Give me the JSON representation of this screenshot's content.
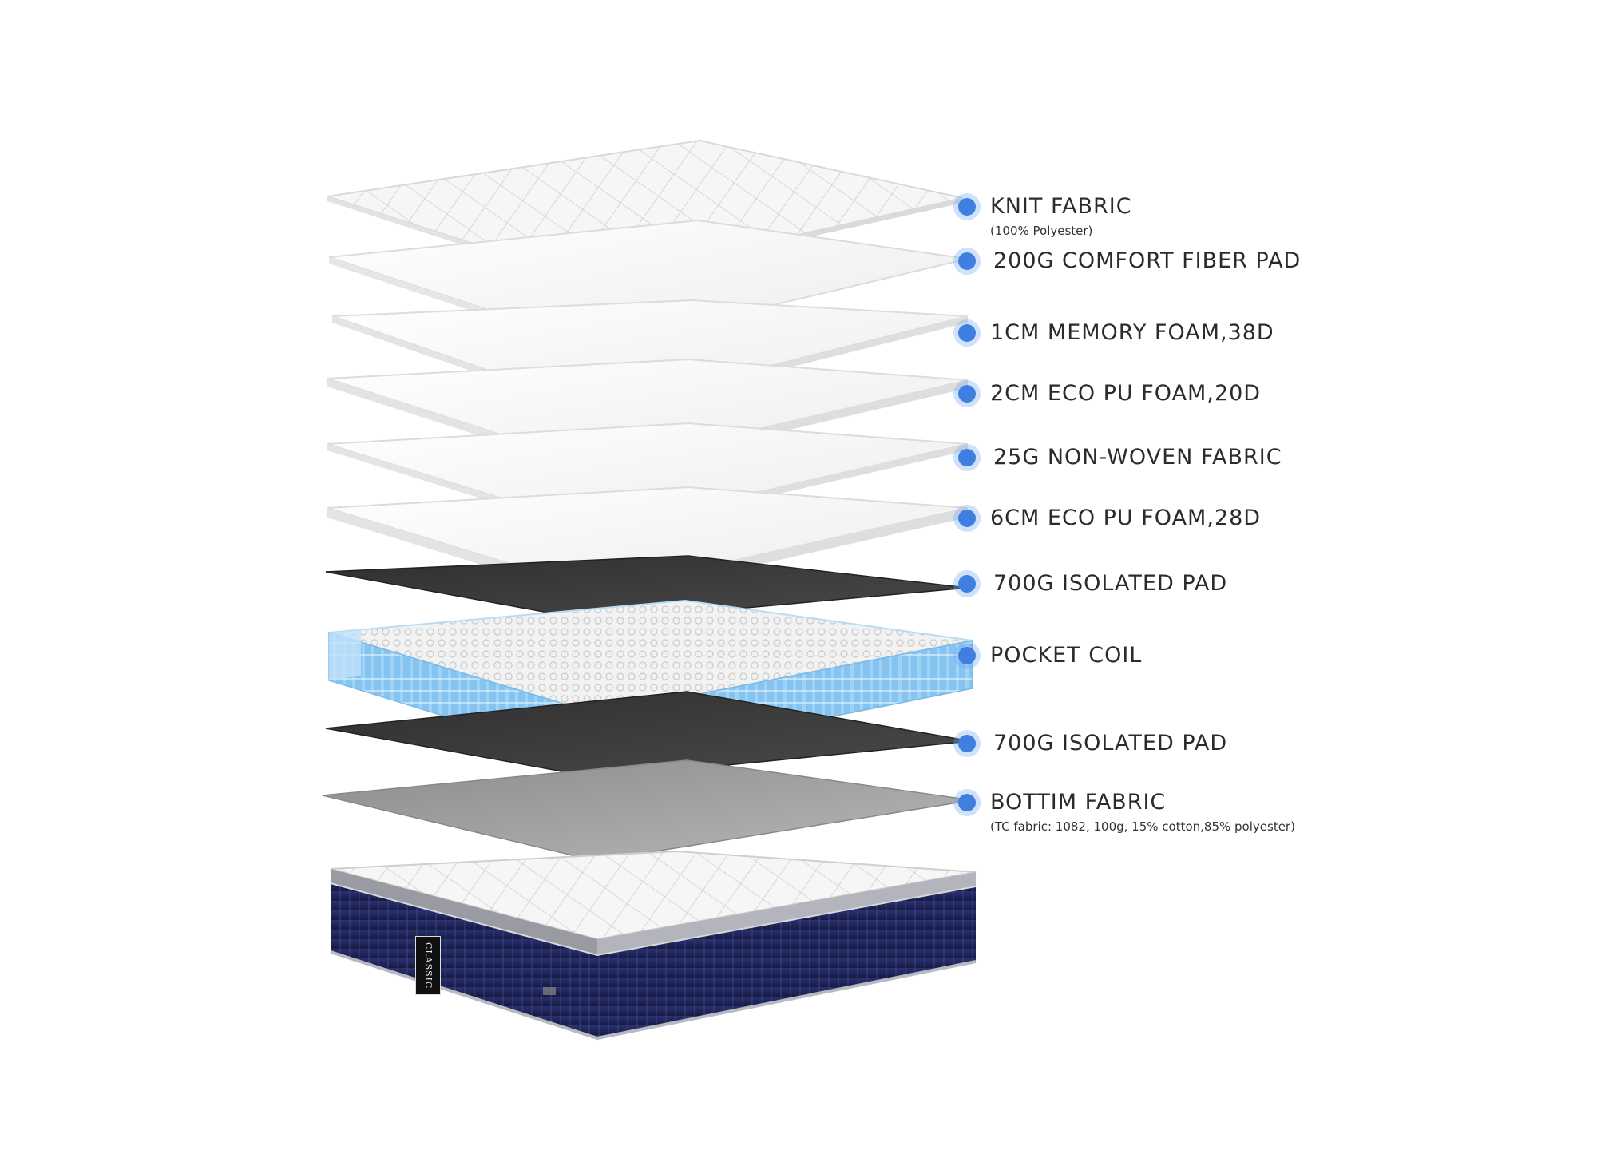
{
  "diagram": {
    "layers": [
      {
        "id": "knit-fabric",
        "label": "KNIT FABRIC",
        "sub": "(100% Polyester)"
      },
      {
        "id": "comfort-fiber",
        "label": "200G COMFORT FIBER PAD",
        "sub": ""
      },
      {
        "id": "memory-foam",
        "label": "1CM MEMORY FOAM,38D",
        "sub": ""
      },
      {
        "id": "eco-foam-2",
        "label": "2CM ECO PU FOAM,20D",
        "sub": ""
      },
      {
        "id": "non-woven",
        "label": "25G NON-WOVEN FABRIC",
        "sub": ""
      },
      {
        "id": "eco-foam-6",
        "label": "6CM ECO PU FOAM,28D",
        "sub": ""
      },
      {
        "id": "isolated-pad-top",
        "label": "700G ISOLATED PAD",
        "sub": ""
      },
      {
        "id": "pocket-coil",
        "label": "POCKET COIL",
        "sub": ""
      },
      {
        "id": "isolated-pad-bottom",
        "label": "700G ISOLATED PAD",
        "sub": ""
      },
      {
        "id": "bottom-fabric",
        "label": "BOTTIM FABRIC",
        "sub": "(TC fabric: 1082, 100g, 15% cotton,85% polyester)"
      }
    ],
    "brand_tag": "CLASSIC"
  },
  "colors": {
    "marker": "#3f7fe0",
    "quilt": "#f4f4f4",
    "foam": "#fbfbfb",
    "pad_dark": "#3a3a3a",
    "pad_grey": "#9a9a9a",
    "coil": "#8ec9f2",
    "border_navy": "#1d2455"
  }
}
